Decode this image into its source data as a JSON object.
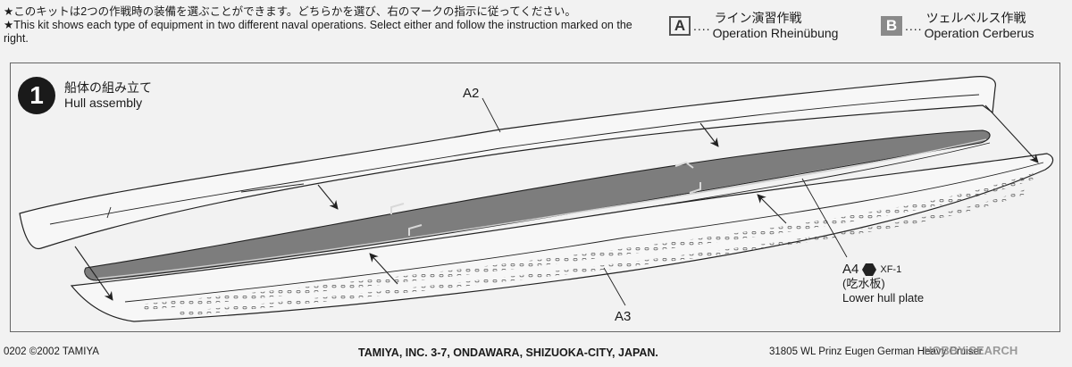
{
  "header": {
    "note_jp": "★このキットは2つの作戦時の装備を選ぶことができます。どちらかを選び、右のマークの指示に従ってください。",
    "note_en": "★This kit shows each type of equipment in two different naval operations. Select either and follow the instruction marked on the right."
  },
  "legend": [
    {
      "letter": "A",
      "dots": "....",
      "jp": "ライン演習作戦",
      "en": "Operation Rheinübung"
    },
    {
      "letter": "B",
      "dots": "....",
      "jp": "ツェルベルス作戦",
      "en": "Operation Cerberus"
    }
  ],
  "step": {
    "number": "1",
    "title_jp": "船体の組み立て",
    "title_en": "Hull assembly"
  },
  "parts": {
    "a2": "A2",
    "a3": "A3",
    "a4": {
      "id": "A4",
      "paint_icon": "hexagon-paint-icon",
      "paint_code": "XF-1",
      "name_jp": "(吃水板)",
      "name_en": "Lower hull plate"
    }
  },
  "colors": {
    "hull_plate": "#7d7d7d",
    "line": "#222222",
    "background": "#f2f2f2"
  },
  "footer": {
    "left": "0202 ©2002 TAMIYA",
    "center": "TAMIYA, INC. 3-7, ONDAWARA, SHIZUOKA-CITY, JAPAN.",
    "right": "31805  WL Prinz Eugen German Heavy Cruiser",
    "watermark": "HOBBY SEARCH"
  }
}
